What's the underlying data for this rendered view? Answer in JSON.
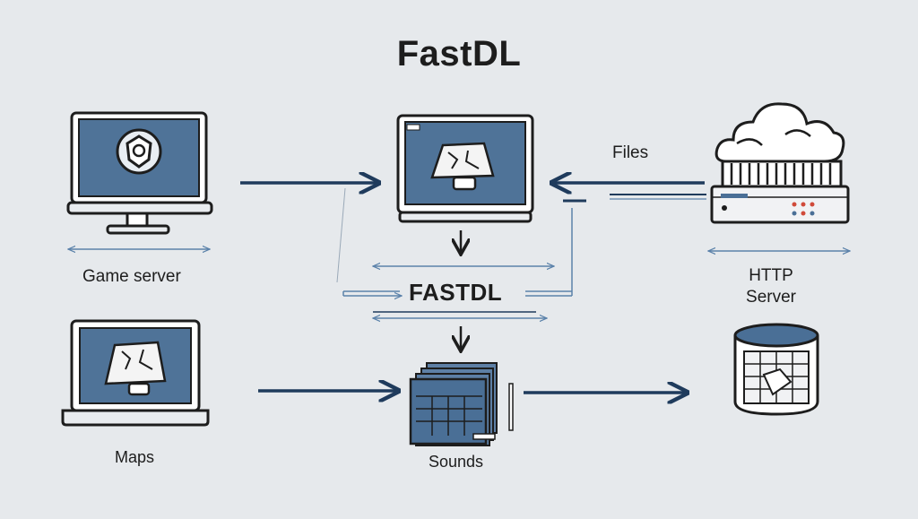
{
  "title": "FastDL",
  "labels": {
    "game_server": "Game server",
    "maps": "Maps",
    "sounds": "Sounds",
    "files": "Files",
    "http_line1": "HTTP",
    "http_line2": "Server",
    "fastdl_center": "FASTDL"
  },
  "colors": {
    "background": "#e6e9ec",
    "outline": "#1d1d1d",
    "screen_blue": "#4a6f96",
    "arrow_navy": "#1f3b5c",
    "thin_blue": "#5b82aa"
  },
  "icons": [
    "monitor-icon",
    "shield-logo-icon",
    "map-icon",
    "laptop-icon",
    "cloud-icon",
    "server-rack-icon",
    "database-icon",
    "stacked-files-icon"
  ]
}
